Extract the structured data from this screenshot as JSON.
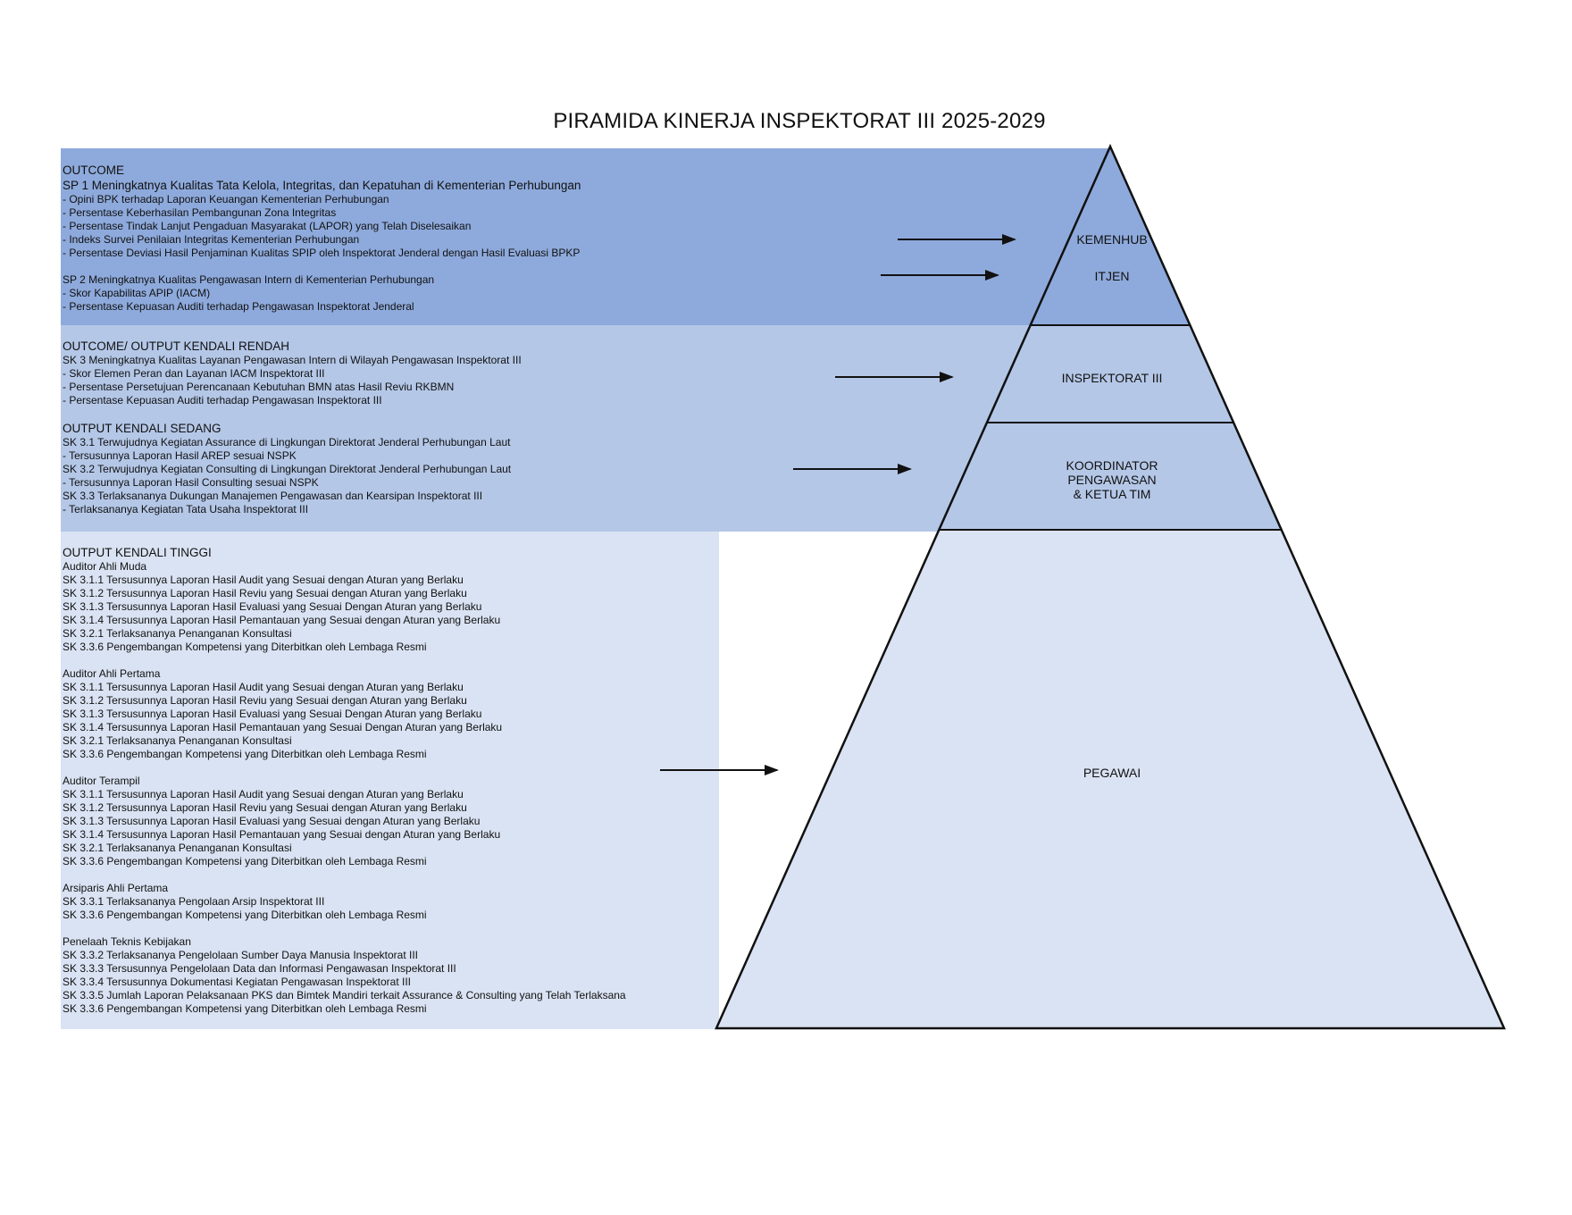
{
  "title": "PIRAMIDA KINERJA INSPEKTORAT III 2025-2029",
  "sections": [
    {
      "heading": "OUTCOME",
      "lines": [
        {
          "text": "SP 1 Meningkatnya Kualitas Tata Kelola, Integritas, dan Kepatuhan di Kementerian Perhubungan",
          "style": "heading"
        },
        {
          "text": "- Opini BPK terhadap Laporan Keuangan Kementerian Perhubungan"
        },
        {
          "text": "- Persentase Keberhasilan Pembangunan Zona Integritas"
        },
        {
          "text": "- Persentase Tindak Lanjut Pengaduan Masyarakat (LAPOR) yang Telah Diselesaikan"
        },
        {
          "text": "- Indeks Survei Penilaian Integritas Kementerian Perhubungan"
        },
        {
          "text": "- Persentase Deviasi Hasil Penjaminan Kualitas SPIP oleh Inspektorat Jenderal dengan Hasil Evaluasi BPKP"
        },
        {
          "text": "",
          "style": "gap"
        },
        {
          "text": "SP 2 Meningkatnya Kualitas Pengawasan Intern di Kementerian Perhubungan"
        },
        {
          "text": "- Skor Kapabilitas APIP (IACM)"
        },
        {
          "text": "- Persentase Kepuasan Auditi terhadap Pengawasan Inspektorat Jenderal"
        }
      ]
    },
    {
      "heading": "OUTCOME/ OUTPUT  KENDALI RENDAH",
      "lines": [
        {
          "text": "SK 3 Meningkatnya Kualitas Layanan Pengawasan Intern di Wilayah Pengawasan Inspektorat III"
        },
        {
          "text": "- Skor Elemen Peran dan Layanan IACM Inspektorat III"
        },
        {
          "text": "- Persentase Persetujuan Perencanaan Kebutuhan BMN atas Hasil Reviu RKBMN"
        },
        {
          "text": "- Persentase Kepuasan Auditi terhadap Pengawasan Inspektorat III"
        },
        {
          "text": "",
          "style": "gap"
        },
        {
          "text": "OUTPUT  KENDALI SEDANG",
          "style": "heading"
        },
        {
          "text": "SK 3.1 Terwujudnya Kegiatan Assurance  di Lingkungan Direktorat Jenderal Perhubungan Laut"
        },
        {
          "text": "- Tersusunnya Laporan Hasil AREP sesuai NSPK"
        },
        {
          "text": "SK 3.2 Terwujudnya Kegiatan Consulting  di Lingkungan Direktorat Jenderal Perhubungan Laut"
        },
        {
          "text": "- Tersusunnya Laporan Hasil Consulting  sesuai NSPK"
        },
        {
          "text": "SK 3.3 Terlaksananya Dukungan Manajemen Pengawasan dan Kearsipan Inspektorat III"
        },
        {
          "text": "- Terlaksananya Kegiatan Tata Usaha Inspektorat III"
        }
      ]
    },
    {
      "heading": "OUTPUT  KENDALI TINGGI",
      "lines": [
        {
          "text": "Auditor Ahli Muda"
        },
        {
          "text": "SK 3.1.1 Tersusunnya Laporan Hasil Audit yang Sesuai dengan Aturan yang Berlaku"
        },
        {
          "text": "SK 3.1.2 Tersusunnya Laporan Hasil Reviu yang Sesuai dengan Aturan yang Berlaku"
        },
        {
          "text": "SK 3.1.3 Tersusunnya Laporan Hasil Evaluasi yang Sesuai Dengan Aturan yang Berlaku"
        },
        {
          "text": "SK 3.1.4 Tersusunnya Laporan Hasil Pemantauan yang Sesuai dengan Aturan yang Berlaku"
        },
        {
          "text": "SK 3.2.1 Terlaksananya Penanganan Konsultasi"
        },
        {
          "text": "SK 3.3.6 Pengembangan Kompetensi yang Diterbitkan oleh Lembaga Resmi"
        },
        {
          "text": "",
          "style": "gap"
        },
        {
          "text": "Auditor Ahli Pertama"
        },
        {
          "text": "SK 3.1.1 Tersusunnya Laporan Hasil Audit yang Sesuai dengan Aturan yang Berlaku"
        },
        {
          "text": "SK 3.1.2 Tersusunnya Laporan Hasil Reviu yang Sesuai dengan Aturan yang Berlaku"
        },
        {
          "text": "SK 3.1.3 Tersusunnya Laporan Hasil Evaluasi yang Sesuai Dengan Aturan yang Berlaku"
        },
        {
          "text": "SK 3.1.4 Tersusunnya Laporan Hasil Pemantauan yang Sesuai Dengan Aturan yang Berlaku"
        },
        {
          "text": "SK 3.2.1 Terlaksananya Penanganan Konsultasi"
        },
        {
          "text": "SK 3.3.6 Pengembangan Kompetensi yang Diterbitkan oleh Lembaga Resmi"
        },
        {
          "text": "",
          "style": "gap"
        },
        {
          "text": "Auditor Terampil"
        },
        {
          "text": "SK 3.1.1 Tersusunnya Laporan Hasil Audit yang Sesuai dengan Aturan yang Berlaku"
        },
        {
          "text": "SK 3.1.2 Tersusunnya Laporan Hasil Reviu yang Sesuai dengan Aturan yang Berlaku"
        },
        {
          "text": "SK 3.1.3 Tersusunnya Laporan Hasil Evaluasi yang Sesuai dengan Aturan yang Berlaku"
        },
        {
          "text": "SK 3.1.4 Tersusunnya Laporan Hasil Pemantauan yang Sesuai dengan Aturan yang Berlaku"
        },
        {
          "text": "SK 3.2.1 Terlaksananya Penanganan Konsultasi"
        },
        {
          "text": "SK 3.3.6 Pengembangan Kompetensi yang Diterbitkan oleh Lembaga Resmi"
        },
        {
          "text": "",
          "style": "gap"
        },
        {
          "text": "Arsiparis Ahli Pertama"
        },
        {
          "text": "SK 3.3.1 Terlaksananya Pengolaan Arsip Inspektorat III"
        },
        {
          "text": "SK 3.3.6 Pengembangan Kompetensi yang Diterbitkan oleh Lembaga Resmi"
        },
        {
          "text": "",
          "style": "gap"
        },
        {
          "text": "Penelaah Teknis Kebijakan"
        },
        {
          "text": "SK 3.3.2 Terlaksananya Pengelolaan Sumber Daya Manusia Inspektorat III"
        },
        {
          "text": "SK 3.3.3 Tersusunnya Pengelolaan Data dan Informasi Pengawasan Inspektorat III"
        },
        {
          "text": "SK 3.3.4 Tersusunnya Dokumentasi Kegiatan Pengawasan Inspektorat III"
        },
        {
          "text": "SK 3.3.5 Jumlah Laporan Pelaksanaan PKS dan Bimtek Mandiri terkait Assurance & Consulting yang Telah Terlaksana"
        },
        {
          "text": "SK 3.3.6 Pengembangan Kompetensi yang Diterbitkan oleh Lembaga Resmi"
        }
      ]
    }
  ],
  "pyramid": {
    "tiers": [
      "KEMENHUB",
      "ITJEN",
      "INSPEKTORAT III",
      "KOORDINATOR\nPENGAWASAN\n& KETUA TIM",
      "PEGAWAI"
    ]
  },
  "colors": {
    "band_top": "#8eaadc",
    "band_middle": "#b4c7e7",
    "band_bottom": "#dae3f3",
    "outline": "#111111"
  }
}
